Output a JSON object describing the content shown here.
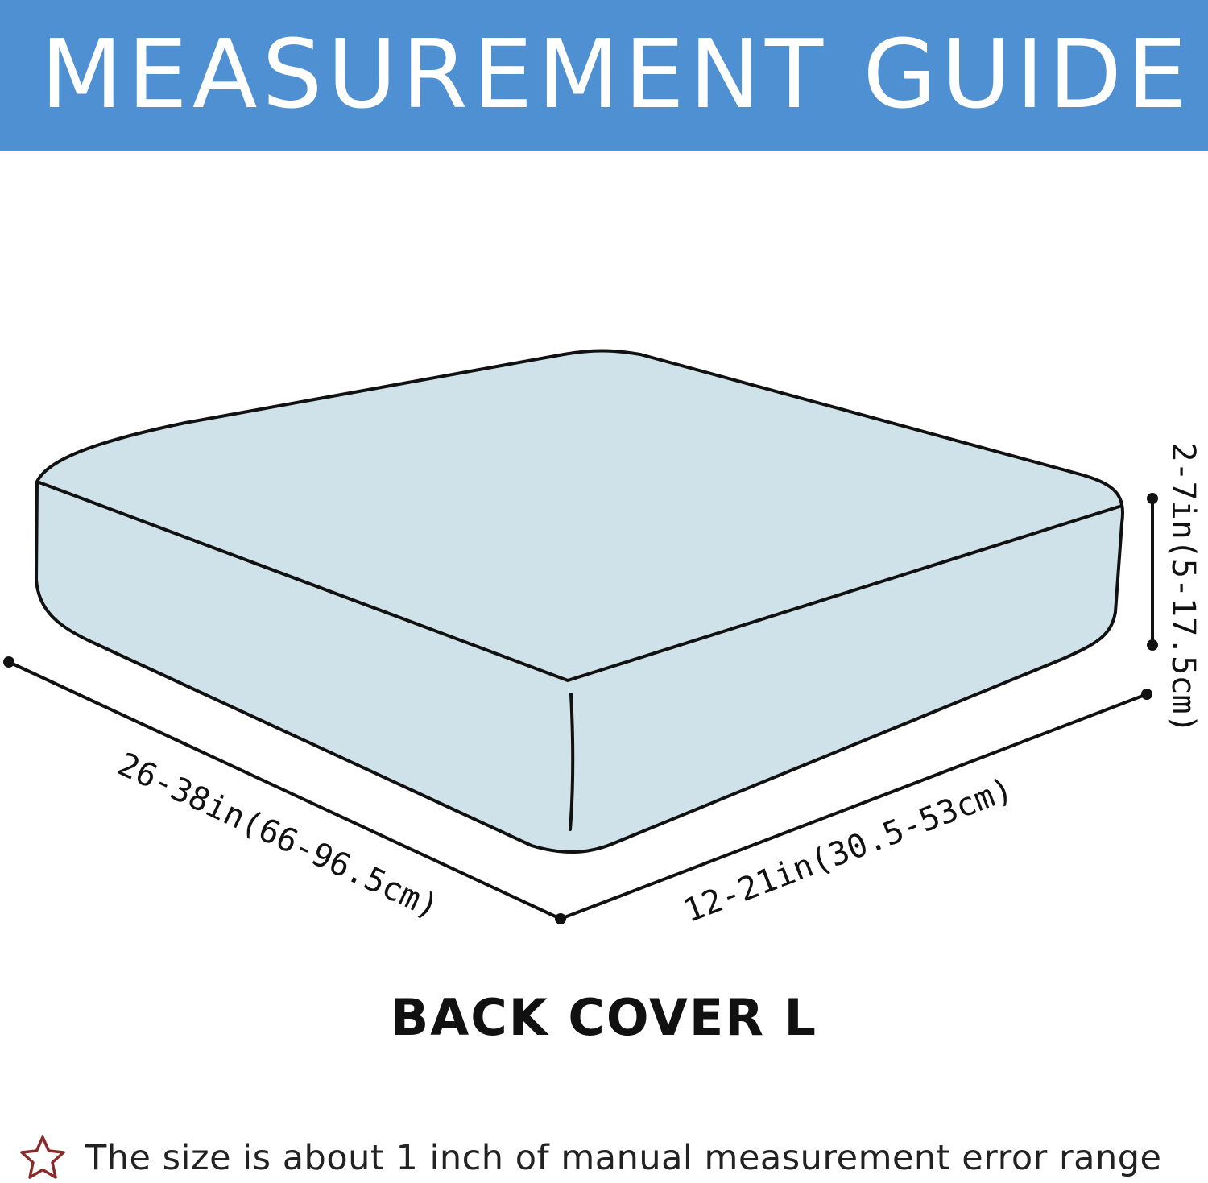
{
  "banner": {
    "title": "MEASUREMENT GUIDE",
    "color": "#4f90d3"
  },
  "cushion": {
    "fill_color": "#cfe2e9",
    "outline_color": "#111111"
  },
  "dimensions": {
    "length_label": "26-38in(66-96.5cm)",
    "width_label": "12-21in(30.5-53cm)",
    "height_label": "2-7in(5-17.5cm)"
  },
  "product_name": "BACK COVER L",
  "note": {
    "icon": "star-outline-icon",
    "icon_color": "#8b2a2a",
    "text": "The size is about 1 inch of manual measurement error range"
  }
}
